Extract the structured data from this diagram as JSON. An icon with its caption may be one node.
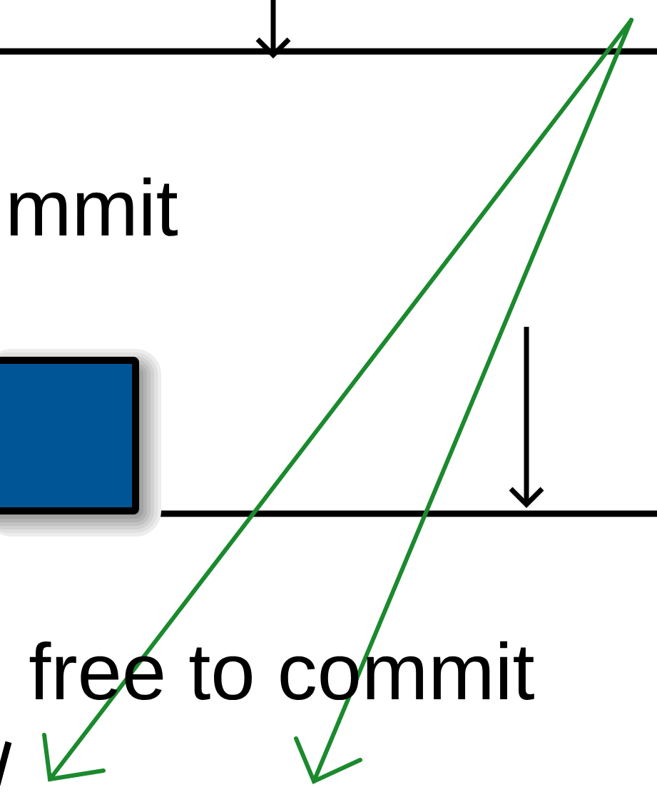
{
  "diagram": {
    "nodes": [
      {
        "text": [],
        "shape": "box"
      }
    ],
    "labels": [
      "mmit",
      "free to commit"
    ]
  }
}
